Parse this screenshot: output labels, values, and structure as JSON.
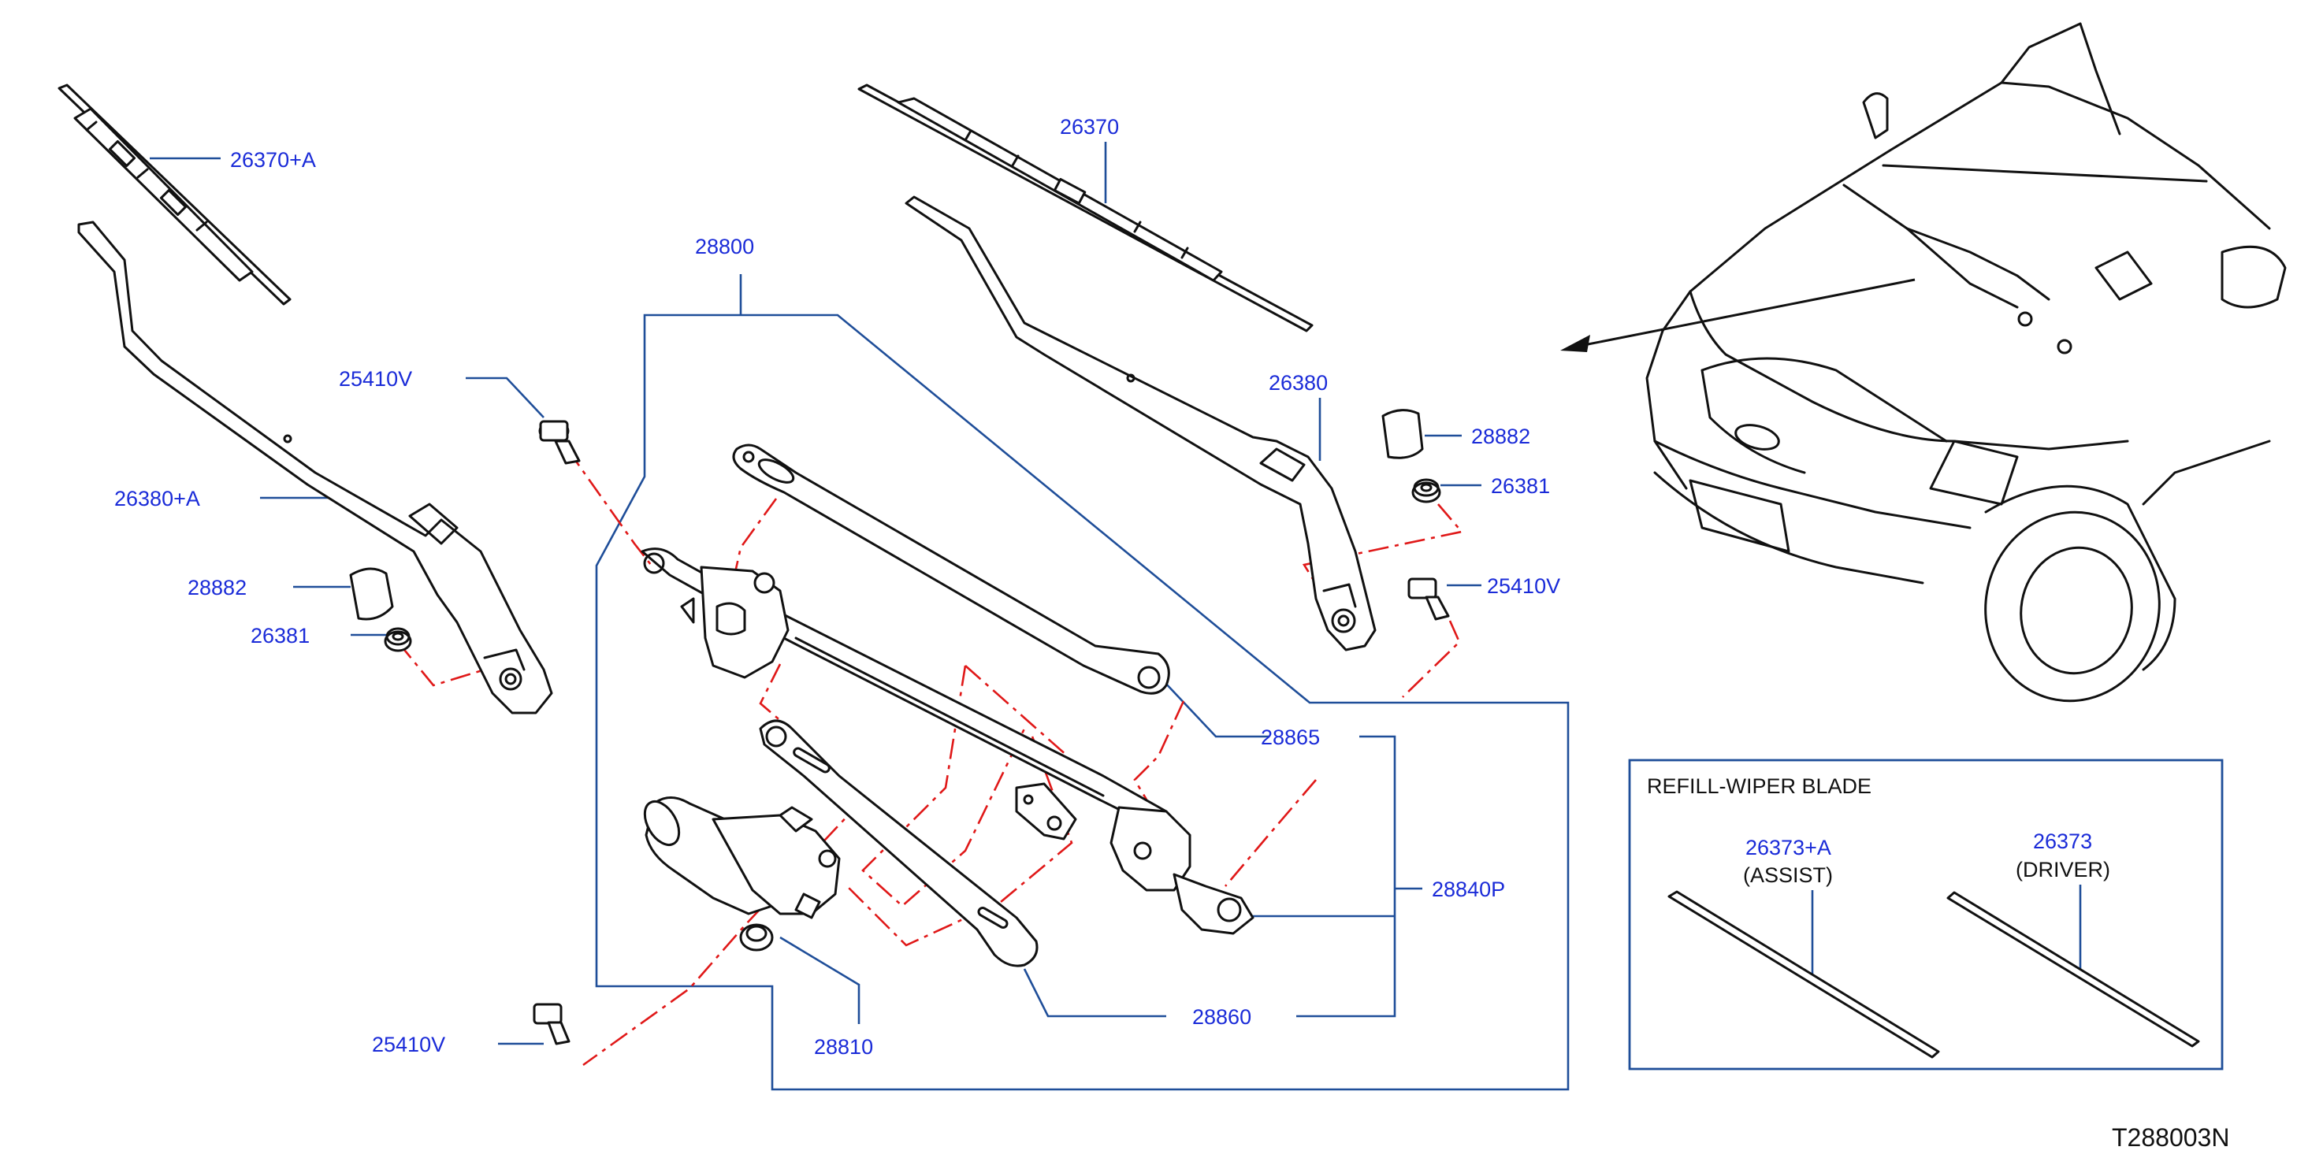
{
  "labels": {
    "l_26370A": "26370+A",
    "l_26370": "26370",
    "l_28800": "28800",
    "l_25410V_a": "25410V",
    "l_26380A": "26380+A",
    "l_28882_l": "28882",
    "l_26381_l": "26381",
    "l_26380": "26380",
    "l_28882_r": "28882",
    "l_26381_r": "26381",
    "l_25410V_b": "25410V",
    "l_28865": "28865",
    "l_28840P": "28840P",
    "l_28810": "28810",
    "l_28860": "28860",
    "l_25410V_c": "25410V"
  },
  "refill_box": {
    "title": "REFILL-WIPER   BLADE",
    "assist_part": "26373+A",
    "assist_label": "(ASSIST)",
    "driver_part": "26373",
    "driver_label": "(DRIVER)"
  },
  "diagram_code": "T288003N",
  "colors": {
    "label_blue": "#1a2bd8",
    "leader_blue": "#1f4e99",
    "dash_red": "#e01818",
    "line_black": "#111111"
  }
}
